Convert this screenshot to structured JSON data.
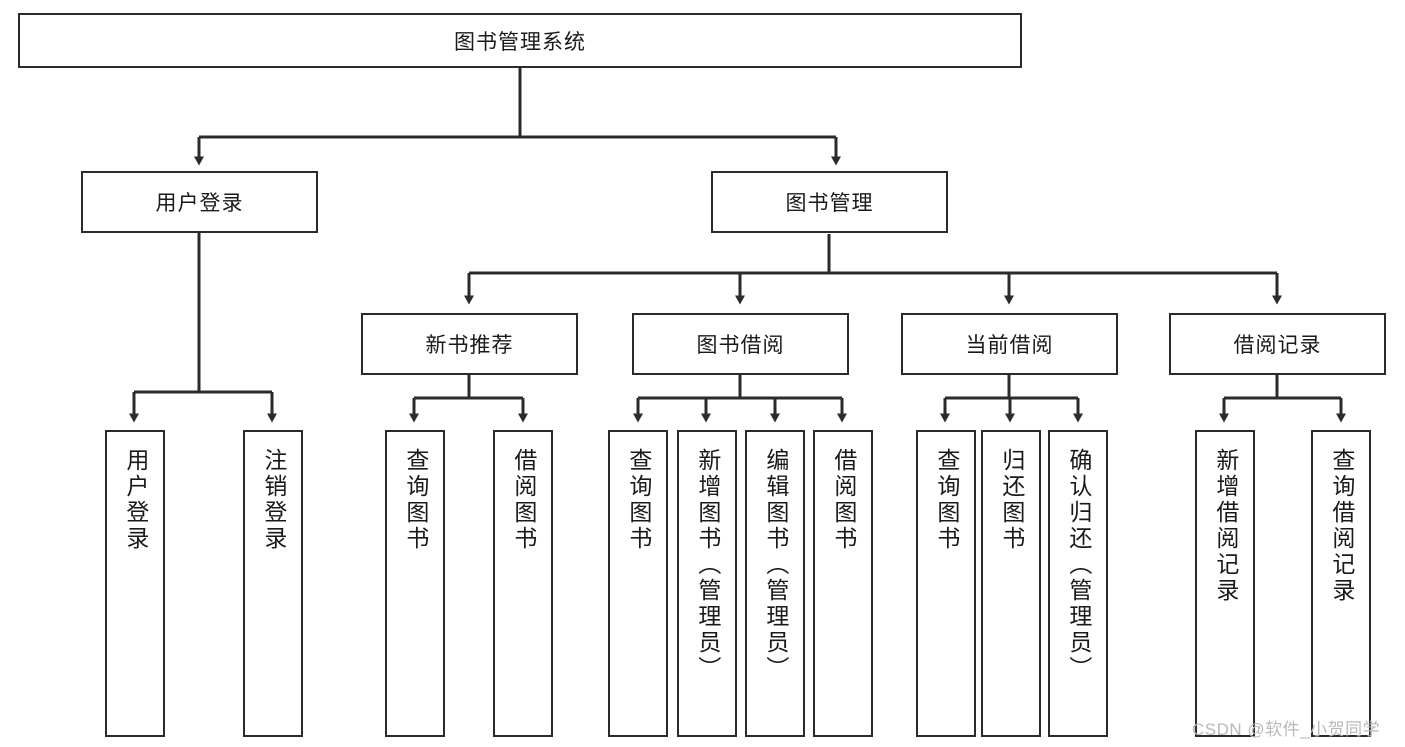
{
  "diagram": {
    "title": "图书管理系统",
    "type": "tree-hierarchy-chart",
    "nodes": {
      "root": {
        "label": "图书管理系统",
        "orientation": "horizontal"
      },
      "user_login": {
        "label": "用户登录",
        "orientation": "horizontal"
      },
      "book_manage": {
        "label": "图书管理",
        "orientation": "horizontal"
      },
      "new_book_rec": {
        "label": "新书推荐",
        "orientation": "horizontal"
      },
      "book_borrow": {
        "label": "图书借阅",
        "orientation": "horizontal"
      },
      "current_borrow": {
        "label": "当前借阅",
        "orientation": "horizontal"
      },
      "borrow_record": {
        "label": "借阅记录",
        "orientation": "horizontal"
      },
      "leaf_user_login": {
        "label": "用户登录",
        "orientation": "vertical"
      },
      "leaf_logout": {
        "label": "注销登录",
        "orientation": "vertical"
      },
      "leaf_query_book_1": {
        "label": "查询图书",
        "orientation": "vertical"
      },
      "leaf_borrow_book_1": {
        "label": "借阅图书",
        "orientation": "vertical"
      },
      "leaf_query_book_2": {
        "label": "查询图书",
        "orientation": "vertical"
      },
      "leaf_add_book": {
        "label": "新增图书（管理员）",
        "orientation": "vertical"
      },
      "leaf_edit_book": {
        "label": "编辑图书（管理员）",
        "orientation": "vertical"
      },
      "leaf_borrow_book_2": {
        "label": "借阅图书",
        "orientation": "vertical"
      },
      "leaf_query_book_3": {
        "label": "查询图书",
        "orientation": "vertical"
      },
      "leaf_return_book": {
        "label": "归还图书",
        "orientation": "vertical"
      },
      "leaf_confirm_return": {
        "label": "确认归还（管理员）",
        "orientation": "vertical"
      },
      "leaf_add_record": {
        "label": "新增借阅记录",
        "orientation": "vertical"
      },
      "leaf_query_record": {
        "label": "查询借阅记录",
        "orientation": "vertical"
      }
    },
    "levels": {
      "level_1": [
        "图书管理系统"
      ],
      "level_2": [
        "用户登录",
        "图书管理"
      ],
      "level_3": [
        "新书推荐",
        "图书借阅",
        "当前借阅",
        "借阅记录"
      ],
      "level_4": [
        "用户登录",
        "注销登录",
        "查询图书",
        "借阅图书",
        "查询图书",
        "新增图书（管理员）",
        "编辑图书（管理员）",
        "借阅图书",
        "查询图书",
        "归还图书",
        "确认归还（管理员）",
        "新增借阅记录",
        "查询借阅记录"
      ]
    },
    "colors": {
      "stroke": "#2b2b2b",
      "fill": "#ffffff",
      "text": "#1a1a1a",
      "watermark": "#b9b9b9"
    }
  },
  "watermark": {
    "text": "CSDN @软件_小贺同学"
  }
}
